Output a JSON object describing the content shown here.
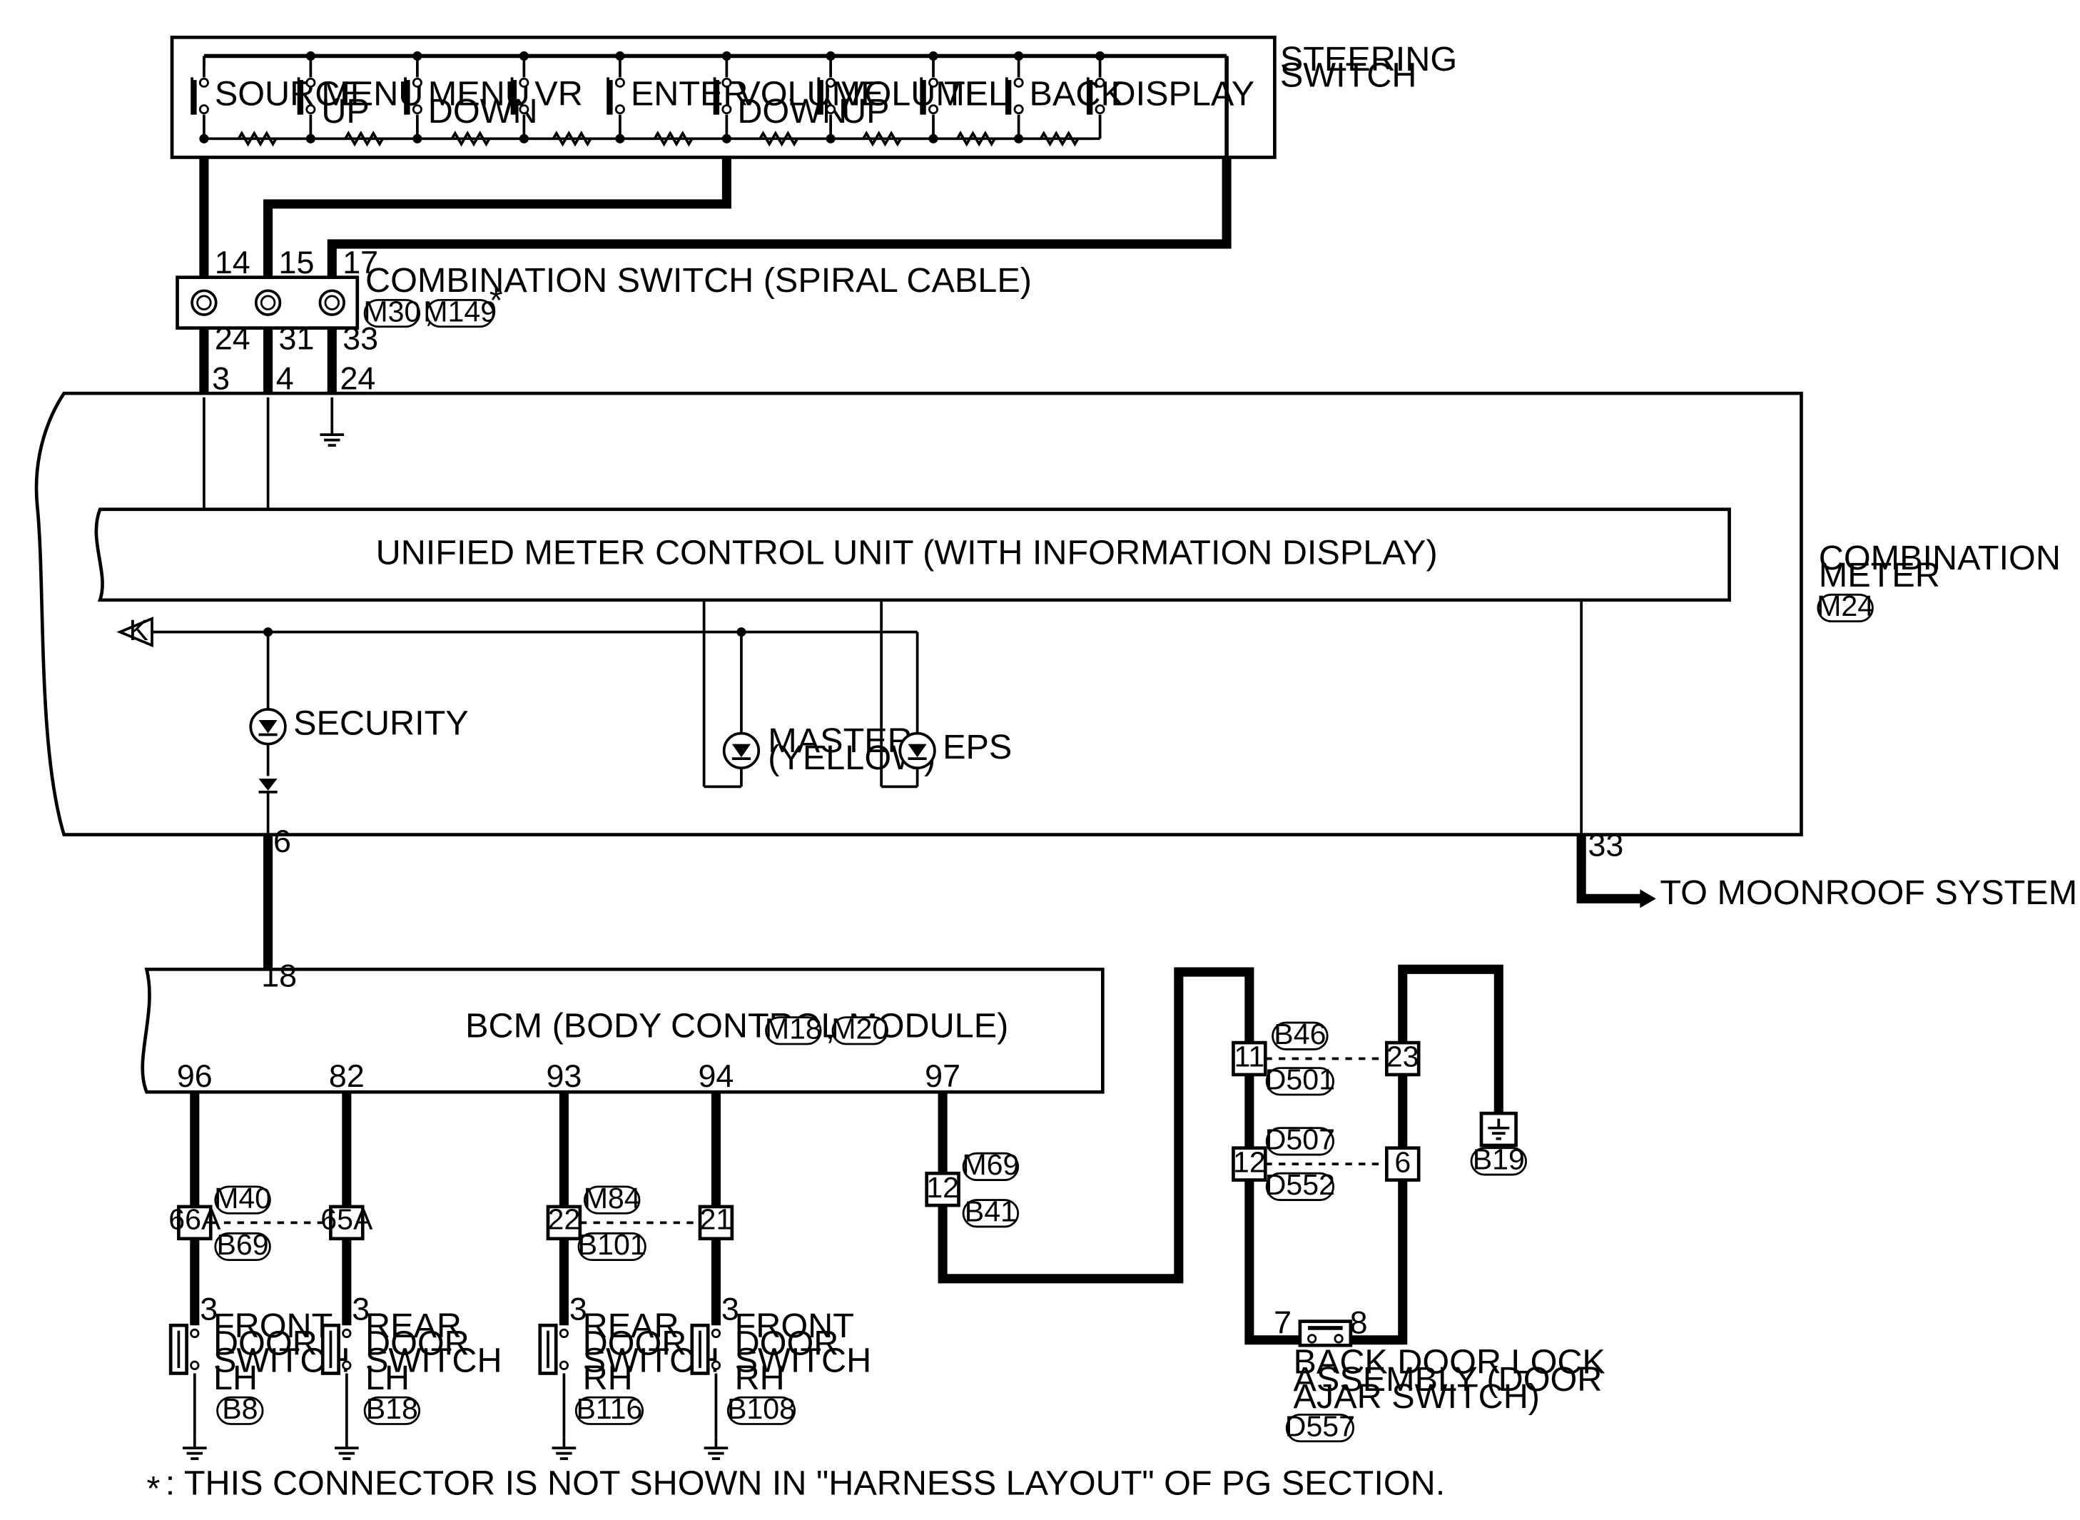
{
  "steering_switch": {
    "title": [
      "STEERING",
      "SWITCH"
    ],
    "switches": [
      {
        "name": "source",
        "label": [
          "SOURCE"
        ]
      },
      {
        "name": "menu-up",
        "label": [
          "MENU",
          "UP"
        ]
      },
      {
        "name": "menu-down",
        "label": [
          "MENU",
          "DOWN"
        ]
      },
      {
        "name": "vr",
        "label": [
          "VR"
        ]
      },
      {
        "name": "enter",
        "label": [
          "ENTER"
        ]
      },
      {
        "name": "volume-down",
        "label": [
          "VOLUME",
          "DOWN"
        ]
      },
      {
        "name": "volume-up",
        "label": [
          "VOLUME",
          "UP"
        ]
      },
      {
        "name": "tel",
        "label": [
          "TEL"
        ]
      },
      {
        "name": "back",
        "label": [
          "BACK"
        ]
      },
      {
        "name": "display",
        "label": [
          "DISPLAY"
        ]
      }
    ]
  },
  "combination_switch": {
    "label": "COMBINATION SWITCH (SPIRAL CABLE)",
    "connectors": [
      "M30",
      "M149"
    ],
    "asterisk": "*",
    "comma": ",",
    "top_pins": [
      "14",
      "15",
      "17"
    ],
    "bottom_pins": [
      "24",
      "31",
      "33"
    ]
  },
  "combination_meter": {
    "title": [
      "COMBINATION",
      "METER"
    ],
    "connector": "M24",
    "input_pins": [
      "3",
      "4",
      "24"
    ],
    "unit_label": "UNIFIED METER CONTROL UNIT (WITH INFORMATION DISPLAY)",
    "k_label": "K",
    "lamps": {
      "security": "SECURITY",
      "master": [
        "MASTER",
        "(YELLOW)"
      ],
      "eps": "EPS"
    },
    "output_pin_security": "6",
    "output_pin_moonroof": "33",
    "moonroof_label": "TO MOONROOF SYSTEM"
  },
  "bcm": {
    "label": "BCM (BODY CONTROL MODULE)",
    "connectors": [
      "M18",
      "M20"
    ],
    "comma": ",",
    "input_pin": "18",
    "pins": [
      "96",
      "82",
      "93",
      "94",
      "97"
    ]
  },
  "door_switch_circuits": [
    {
      "inline_left": "66A",
      "inline_right": "65A",
      "connector_top": "M40",
      "connector_bottom": "B69"
    },
    {
      "inline_left": "22",
      "inline_right": "21",
      "connector_top": "M84",
      "connector_bottom": "B101"
    }
  ],
  "door_switches": [
    {
      "pin": "3",
      "label": [
        "FRONT",
        "DOOR",
        "SWITCH",
        "LH"
      ],
      "connector": "B8"
    },
    {
      "pin": "3",
      "label": [
        "REAR",
        "DOOR",
        "SWITCH",
        "LH"
      ],
      "connector": "B18"
    },
    {
      "pin": "3",
      "label": [
        "REAR",
        "DOOR",
        "SWITCH",
        "RH"
      ],
      "connector": "B116"
    },
    {
      "pin": "3",
      "label": [
        "FRONT",
        "DOOR",
        "SWITCH",
        "RH"
      ],
      "connector": "B108"
    }
  ],
  "back_door_circuit": {
    "joint_pin": "12",
    "joint_connectors": [
      "M69",
      "B41"
    ],
    "upper_left": "11",
    "upper_right": "23",
    "upper_connectors": [
      "B46",
      "D501"
    ],
    "lower_left": "12",
    "lower_right": "6",
    "lower_connectors": [
      "D507",
      "D552"
    ],
    "ground_connector": "B19",
    "switch_pin_left": "7",
    "switch_pin_right": "8",
    "switch_label": [
      "BACK DOOR LOCK",
      "ASSEMBLY (DOOR",
      "AJAR SWITCH)"
    ],
    "switch_connector": "D557"
  },
  "footnote": {
    "mark": "*",
    "text": ": THIS CONNECTOR IS NOT SHOWN IN \"HARNESS LAYOUT\" OF PG SECTION."
  }
}
